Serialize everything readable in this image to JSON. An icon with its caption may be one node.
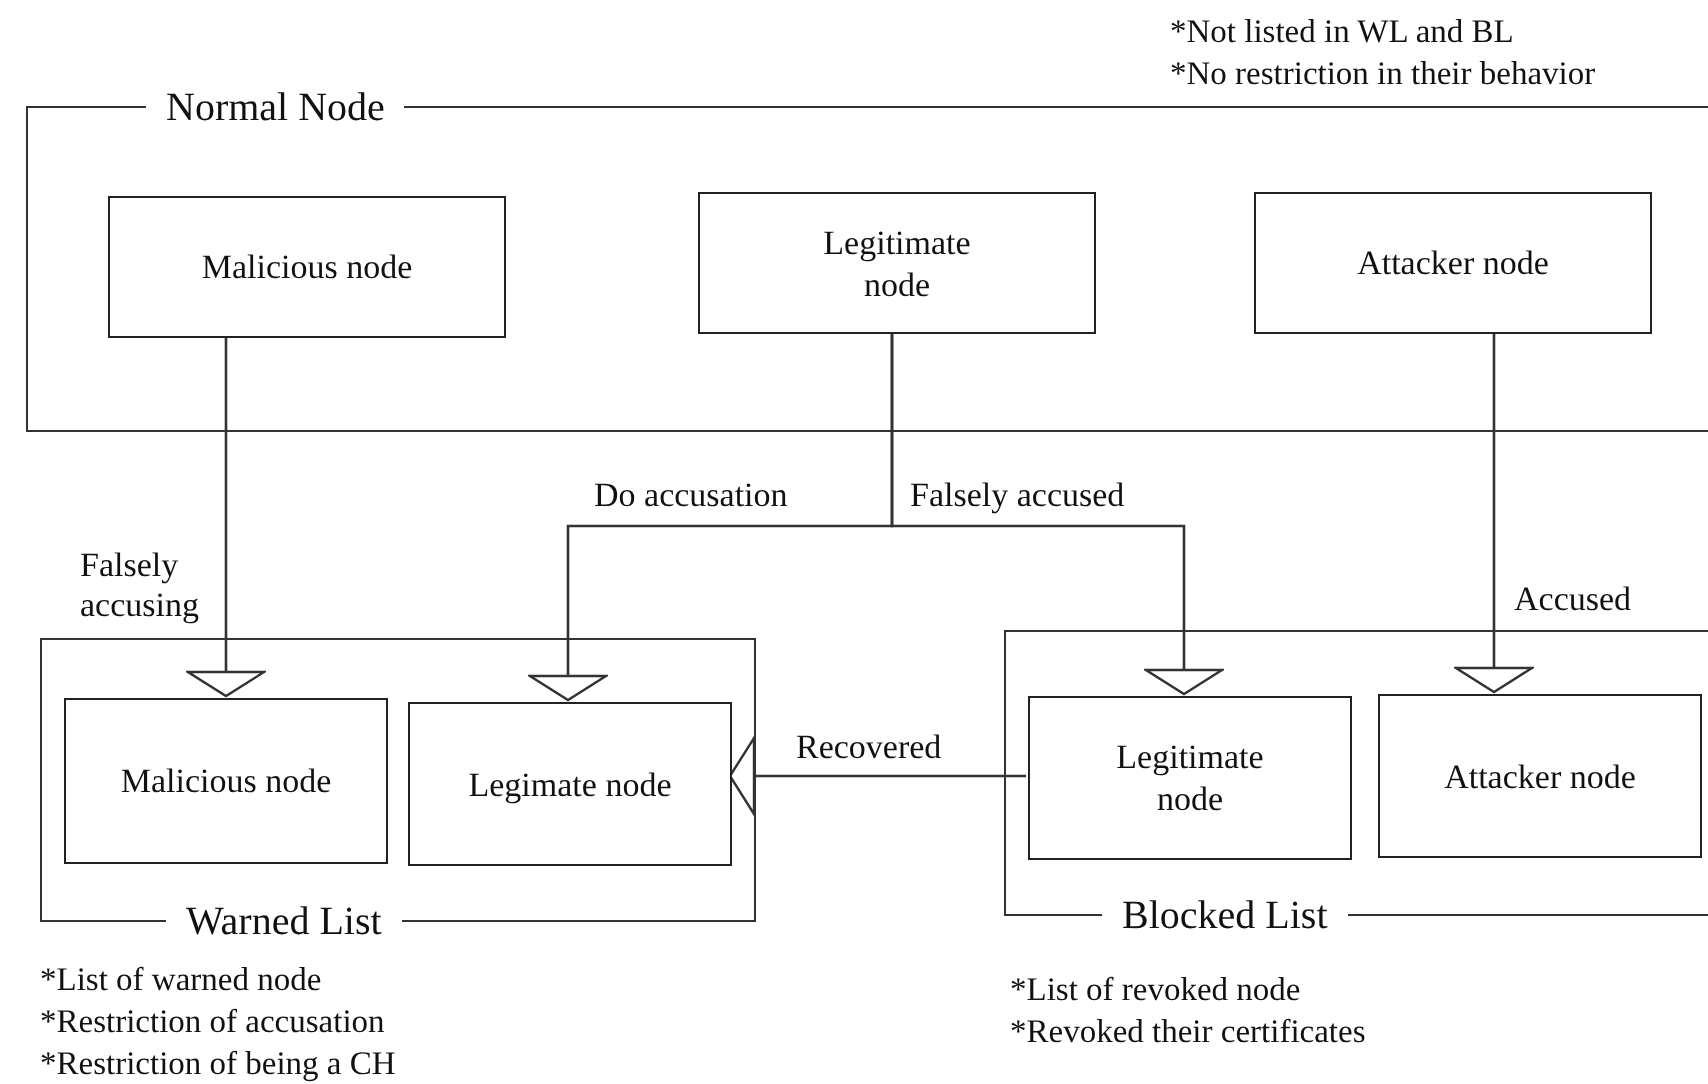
{
  "diagram": {
    "nodes": [
      {
        "text": [
          "Normal Node"
        ],
        "beside": [
          "*Not listed in WL and BL",
          "*No restriction in their behavior"
        ]
      },
      {
        "text": [
          "Malicious node"
        ],
        "in": 0
      },
      {
        "text": [
          "Legitimate node"
        ],
        "in": 0
      },
      {
        "text": [
          "Attacker node"
        ],
        "in": 0
      },
      {
        "text": [
          "Warned List"
        ],
        "beside": [
          "*List of warned node",
          "*Restriction of accusation",
          "*Restriction of being a CH"
        ]
      },
      {
        "text": [
          "Malicious node"
        ],
        "in": 4
      },
      {
        "text": [
          "Legimate node"
        ],
        "in": 4
      },
      {
        "text": [
          "Blocked List"
        ],
        "beside": [
          "*List of revoked node",
          "*Revoked their certificates"
        ]
      },
      {
        "text": [
          "Legitimate node"
        ],
        "in": 7
      },
      {
        "text": [
          "Attacker node"
        ],
        "in": 7
      }
    ],
    "edges": [
      {
        "from": 1,
        "to": 5,
        "arrow": "to",
        "label": "Falsely accusing"
      },
      {
        "from": 2,
        "to": 6,
        "arrow": "to",
        "label": "Do accusation"
      },
      {
        "from": 2,
        "to": 8,
        "arrow": "to",
        "label": "Falsely accused"
      },
      {
        "from": 3,
        "to": 9,
        "arrow": "to",
        "label": "Accused"
      },
      {
        "from": 8,
        "to": 6,
        "arrow": "to",
        "label": "Recovered"
      }
    ]
  }
}
